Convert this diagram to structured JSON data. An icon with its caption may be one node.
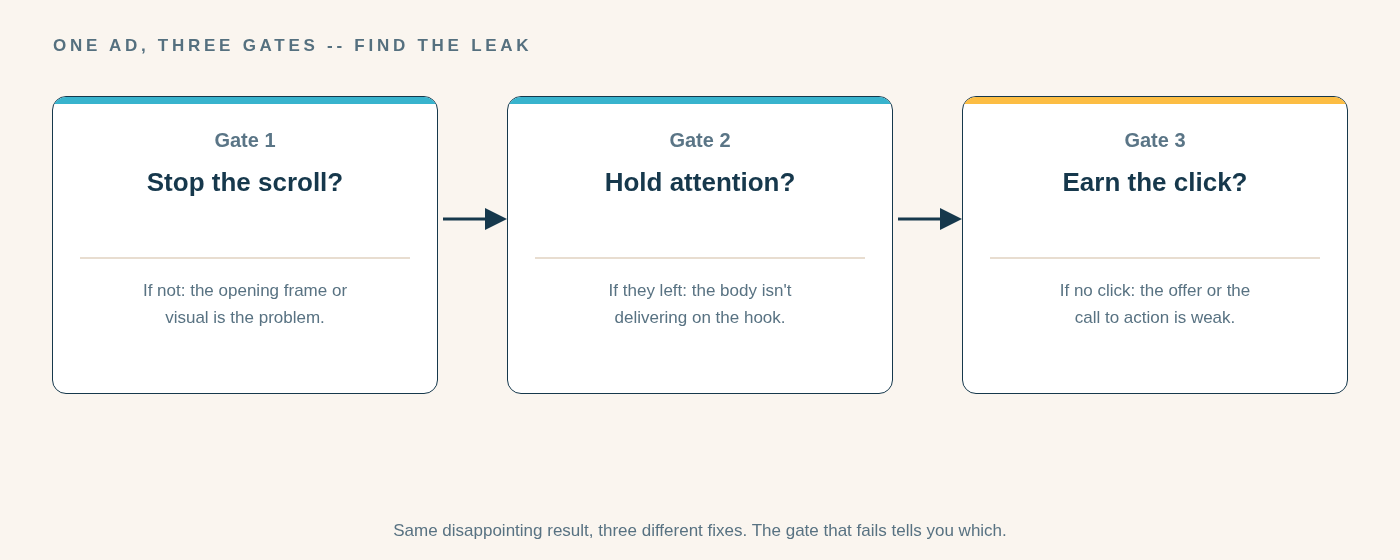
{
  "diagram": {
    "title": "ONE AD, THREE GATES -- FIND THE LEAK",
    "nodes": [
      {
        "text": [
          "Gate 1",
          "Stop the scroll?",
          "If not: the opening frame or visual is the problem."
        ]
      },
      {
        "text": [
          "Gate 2",
          "Hold attention?",
          "If they left: the body isn't delivering on the hook."
        ]
      },
      {
        "text": [
          "Gate 3",
          "Earn the click?",
          "If no click: the offer or the call to action is weak."
        ]
      }
    ],
    "edges": [
      {
        "from": 0,
        "to": 1,
        "arrow": "to"
      },
      {
        "from": 1,
        "to": 2,
        "arrow": "to"
      }
    ],
    "caption": "Same disappointing result, three different fixes. The gate that fails tells you which."
  }
}
